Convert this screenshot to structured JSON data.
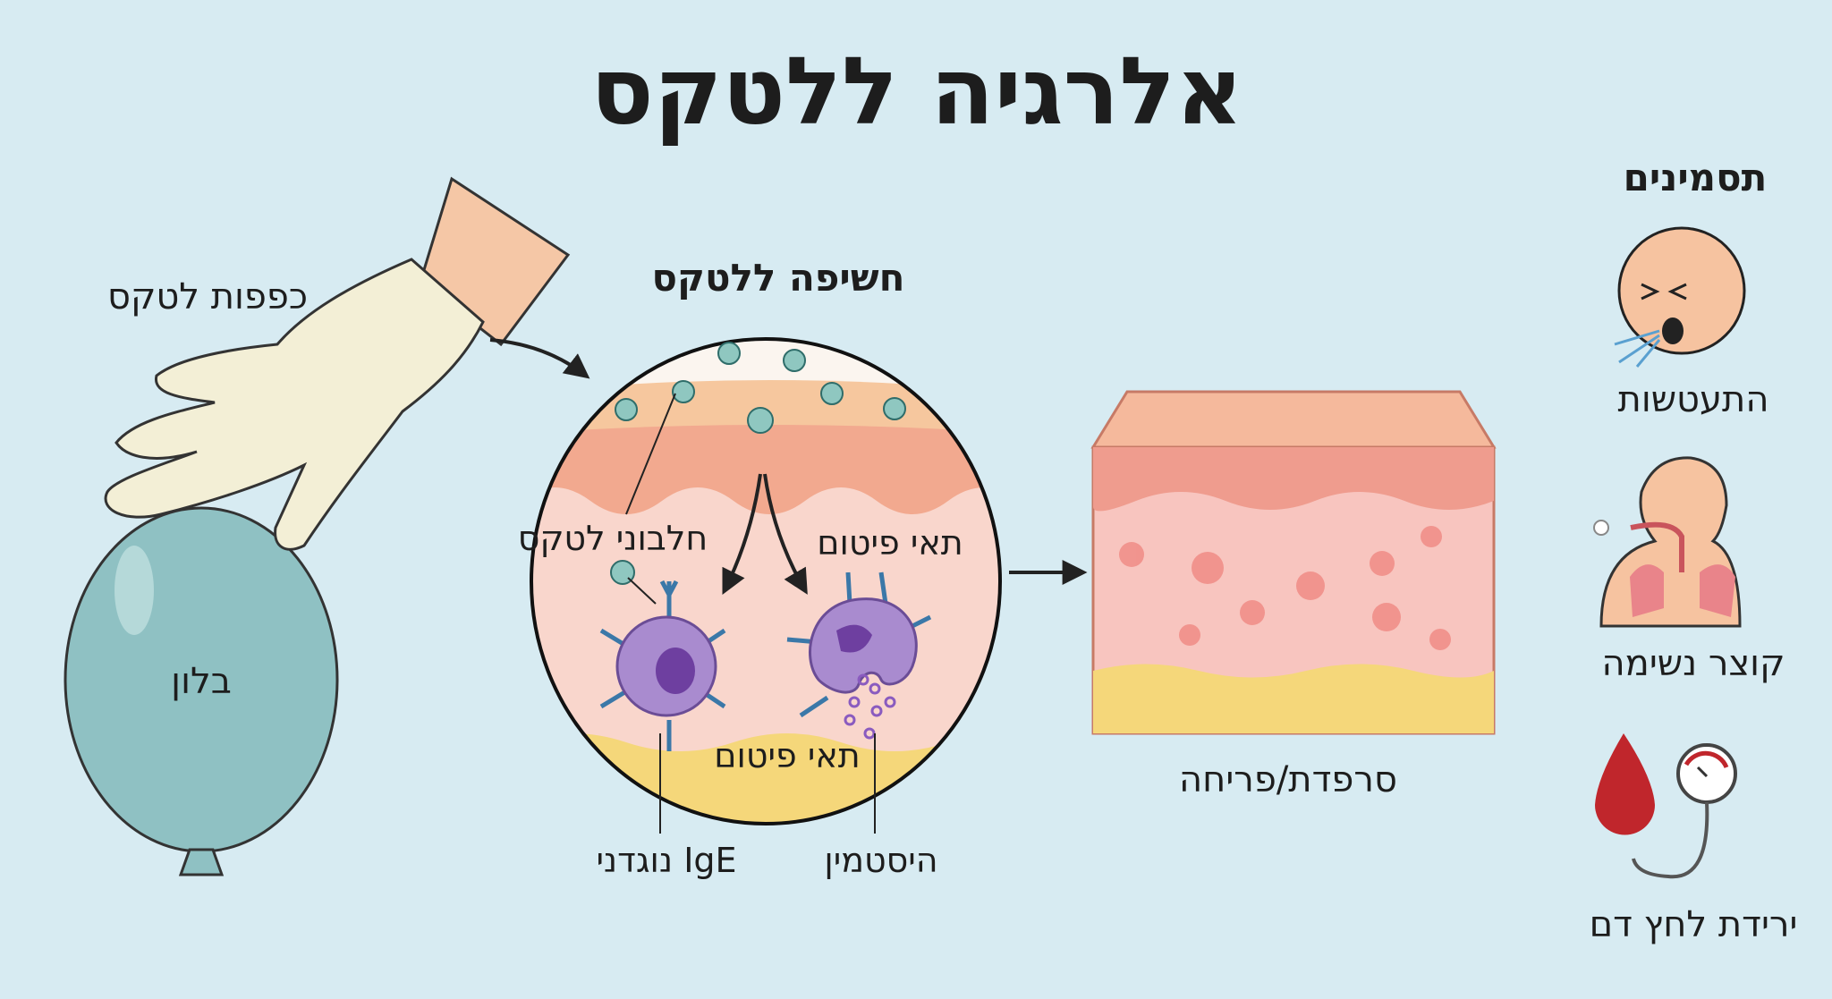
{
  "title": "אלרגיה ללטקס",
  "left": {
    "gloves_label": "כפפות לטקס",
    "balloon_label": "בלון"
  },
  "exposure": {
    "heading": "חשיפה ללטקס",
    "latex_proteins": "חלבוני לטקס",
    "mast_cells_right": "תאי פיטום",
    "mast_cells_bottom": "תאי פיטום",
    "ige_antibodies": "נוגדני IgE",
    "histamine": "היסטמין"
  },
  "skin": {
    "label": "סרפדת/פריחה"
  },
  "symptoms": {
    "heading": "תסמינים",
    "items": [
      {
        "label": "התעטשות",
        "icon": "sneezing-face-icon"
      },
      {
        "label": "קוצר נשימה",
        "icon": "lungs-breathing-icon"
      },
      {
        "label": "ירידת לחץ דם",
        "icon": "blood-pressure-icon"
      }
    ]
  },
  "colors": {
    "background": "#d7ebf2",
    "balloon": "#8fc1c3",
    "glove": "#f3efd6",
    "skin": "#f6c7b8",
    "fat": "#f5d77a",
    "mast_cell": "#a98bcf",
    "antibody": "#3b78a8",
    "blood": "#c0262c"
  }
}
